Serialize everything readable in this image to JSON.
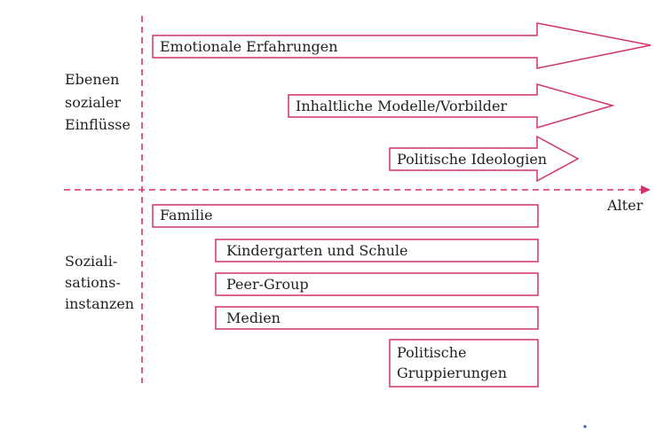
{
  "colors": {
    "accent": "#d0346d",
    "text": "#231f20",
    "background": "#ffffff"
  },
  "axis": {
    "x_label": "Alter"
  },
  "side_labels": {
    "top": [
      "Ebenen",
      "sozialer",
      "Einflüsse"
    ],
    "bottom": [
      "Soziali-",
      "sations-",
      "instanzen"
    ]
  },
  "arrows": [
    {
      "label": "Emotionale Erfahrungen"
    },
    {
      "label": "Inhaltliche Modelle/Vorbilder"
    },
    {
      "label": "Politische Ideologien"
    }
  ],
  "boxes": [
    {
      "label_lines": [
        "Familie"
      ]
    },
    {
      "label_lines": [
        "Kindergarten und Schule"
      ]
    },
    {
      "label_lines": [
        "Peer-Group"
      ]
    },
    {
      "label_lines": [
        "Medien"
      ]
    },
    {
      "label_lines": [
        "Politische",
        "Gruppierungen"
      ]
    }
  ]
}
